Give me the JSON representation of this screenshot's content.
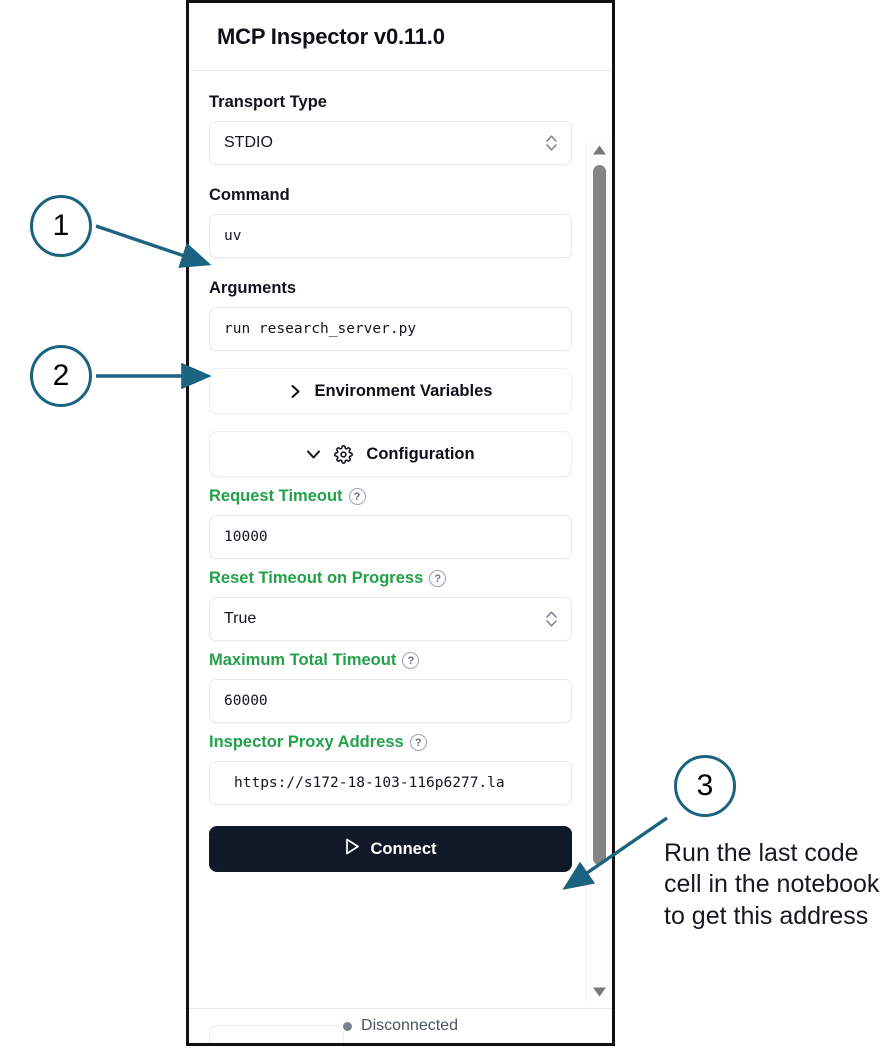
{
  "panel": {
    "title": "MCP Inspector v0.11.0",
    "fields": {
      "transport_label": "Transport Type",
      "transport_value": "STDIO",
      "command_label": "Command",
      "command_value": "uv",
      "arguments_label": "Arguments",
      "arguments_value": "run research_server.py"
    },
    "sections": {
      "env_vars_label": "Environment Variables",
      "configuration_label": "Configuration"
    },
    "config": {
      "request_timeout_label": "Request Timeout",
      "request_timeout_value": "10000",
      "reset_timeout_label": "Reset Timeout on Progress",
      "reset_timeout_value": "True",
      "max_total_timeout_label": "Maximum Total Timeout",
      "max_total_timeout_value": "60000",
      "proxy_address_label": "Inspector Proxy Address",
      "proxy_address_value": "https://s172-18-103-116p6277.la",
      "help_glyph": "?"
    },
    "actions": {
      "connect_label": "Connect",
      "status_label": "Disconnected"
    }
  },
  "annotations": {
    "markers": [
      {
        "number": "1"
      },
      {
        "number": "2"
      },
      {
        "number": "3"
      }
    ],
    "note": "Run the last code cell in the notebook to get this address"
  },
  "colors": {
    "accent_teal": "#1b6380",
    "config_green": "#22a04a",
    "connect_dark": "#111827",
    "status_gray": "#7a8292"
  }
}
